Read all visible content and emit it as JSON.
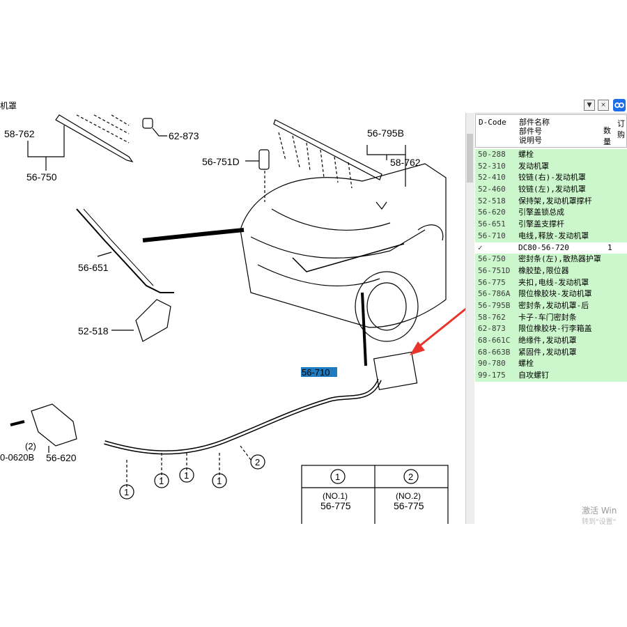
{
  "window": {
    "title": "机罩",
    "btn_dropdown": "▼",
    "btn_close": "×"
  },
  "table": {
    "headers": {
      "dcode": "D-Code",
      "name_lines": [
        "部件名称",
        "部件号",
        "说明号"
      ],
      "qty": "数量",
      "extra": "订购"
    },
    "rows": [
      {
        "code": "50-288",
        "name": "螺栓",
        "style": "g"
      },
      {
        "code": "52-310",
        "name": "发动机罩",
        "style": "g"
      },
      {
        "code": "52-410",
        "name": "铰链(右)-发动机罩",
        "style": "g"
      },
      {
        "code": "52-460",
        "name": "铰链(左),发动机罩",
        "style": "g"
      },
      {
        "code": "52-518",
        "name": "保持架,发动机罩撑杆",
        "style": "g"
      },
      {
        "code": "56-620",
        "name": "引擎盖锁总成",
        "style": "g"
      },
      {
        "code": "56-651",
        "name": "引擎盖支撑杆",
        "style": "g"
      },
      {
        "code": "56-710",
        "name": "电线,释放-发动机罩",
        "style": "g"
      },
      {
        "code": "✓",
        "name": "DC80-56-720",
        "qty": "1",
        "style": "w"
      },
      {
        "code": "56-750",
        "name": "密封条(左),散热器护罩",
        "style": "g"
      },
      {
        "code": "56-751D",
        "name": "橡胶垫,限位器",
        "style": "g"
      },
      {
        "code": "56-775",
        "name": "夹扣,电线-发动机罩",
        "style": "g"
      },
      {
        "code": "56-786A",
        "name": "限位橡胶块-发动机罩",
        "style": "g"
      },
      {
        "code": "56-795B",
        "name": "密封条,发动机罩-后",
        "style": "g"
      },
      {
        "code": "58-762",
        "name": "卡子-车门密封条",
        "style": "g"
      },
      {
        "code": "62-873",
        "name": "限位橡胶块-行李箱盖",
        "style": "g"
      },
      {
        "code": "68-661C",
        "name": "绝缘件,发动机罩",
        "style": "g"
      },
      {
        "code": "68-663B",
        "name": "紧固件,发动机罩",
        "style": "g"
      },
      {
        "code": "90-780",
        "name": "螺栓",
        "style": "g"
      },
      {
        "code": "99-175",
        "name": "自攻螺钉",
        "style": "g"
      }
    ]
  },
  "diagram": {
    "labels": {
      "l_58762a": "58-762",
      "l_56750": "56-750",
      "l_62873": "62-873",
      "l_56751d": "56-751D",
      "l_56795b": "56-795B",
      "l_58762b": "58-762",
      "l_56651": "56-651",
      "l_52518": "52-518",
      "l_56710": "56-710",
      "l_0620b": "0-0620B",
      "l_paren2": "(2)",
      "l_56620": "56-620"
    },
    "callouts": {
      "c1": "1",
      "c2": "2"
    },
    "legend": {
      "no1": "(NO.1)",
      "no1_part": "56-775",
      "no2": "(NO.2)",
      "no2_part": "56-775"
    },
    "arrow_color": "#e8342a",
    "highlight_color": "#1f7bbf"
  },
  "watermark": {
    "line1": "激活 Win",
    "line2": "转到\"设置\""
  }
}
